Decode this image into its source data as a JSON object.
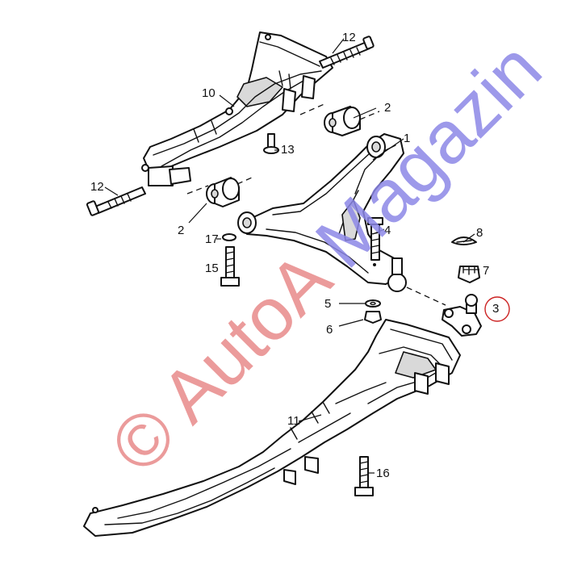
{
  "diagram": {
    "callouts": [
      {
        "id": "c1",
        "label": "1"
      },
      {
        "id": "c2a",
        "label": "2"
      },
      {
        "id": "c2b",
        "label": "2"
      },
      {
        "id": "c3",
        "label": "3",
        "highlight": true
      },
      {
        "id": "c4",
        "label": "4"
      },
      {
        "id": "c5",
        "label": "5"
      },
      {
        "id": "c6",
        "label": "6"
      },
      {
        "id": "c7",
        "label": "7"
      },
      {
        "id": "c8",
        "label": "8"
      },
      {
        "id": "c10",
        "label": "10"
      },
      {
        "id": "c11",
        "label": "11"
      },
      {
        "id": "c12a",
        "label": "12"
      },
      {
        "id": "c12b",
        "label": "12"
      },
      {
        "id": "c13",
        "label": "13"
      },
      {
        "id": "c15",
        "label": "15"
      },
      {
        "id": "c16",
        "label": "16"
      },
      {
        "id": "c17",
        "label": "17"
      }
    ],
    "highlight_color": "#cc2222"
  },
  "watermark": {
    "part1": "© AutoA",
    "part2": " Magazin",
    "color1": "#e88a8a",
    "color2": "#8c87e6"
  }
}
